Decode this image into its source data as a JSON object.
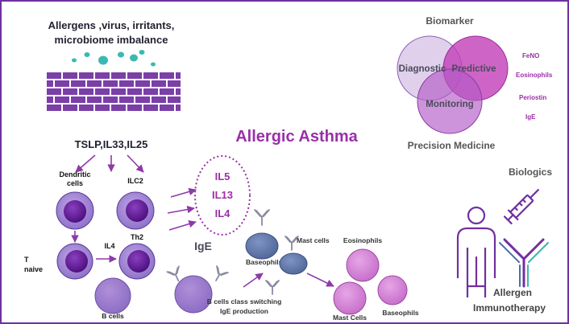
{
  "header": {
    "triggers_line1": "Allergens ,virus, irritants,",
    "triggers_line2": "microbiome imbalance"
  },
  "title": "Allergic Asthma",
  "cytokines_top": "TSLP,IL33,IL25",
  "cells": {
    "dendritic_line1": "Dendritic",
    "dendritic_line2": "cells",
    "ilc2": "ILC2",
    "t_naive_line1": "T",
    "t_naive_line2": "naive",
    "il4_arrow": "IL4",
    "th2": "Th2",
    "b_cells": "B cells",
    "b_switch_line1": "B cells class switching",
    "b_switch_line2": "IgE production",
    "baseophils_top": "Baseophils",
    "mast_top": "Mast cells",
    "eosinophils": "Eosinophils",
    "mast_bottom": "Mast Cells",
    "baseophils_bottom": "Baseophils"
  },
  "interleukins": [
    "IL5",
    "IL13",
    "IL4"
  ],
  "ige": "IgE",
  "biomarker": {
    "title": "Biomarker",
    "circles": [
      "Diagnostic",
      "Predictive",
      "Monitoring"
    ],
    "items": [
      "FeNO",
      "Eosinophils",
      "Periostin",
      "IgE"
    ],
    "footer": "Precision Medicine"
  },
  "biologics": "Biologics",
  "immunotherapy_line1": "Allergen",
  "immunotherapy_line2": "Immunotherapy",
  "colors": {
    "frame": "#7030a0",
    "dark_purple": "#6a2c91",
    "brick": "#7b3fa8",
    "teal": "#3cb8b0",
    "cell_outer": "#9b7fd1",
    "cell_inner": "#6a1fa0",
    "accent_text": "#9a2fa8"
  }
}
